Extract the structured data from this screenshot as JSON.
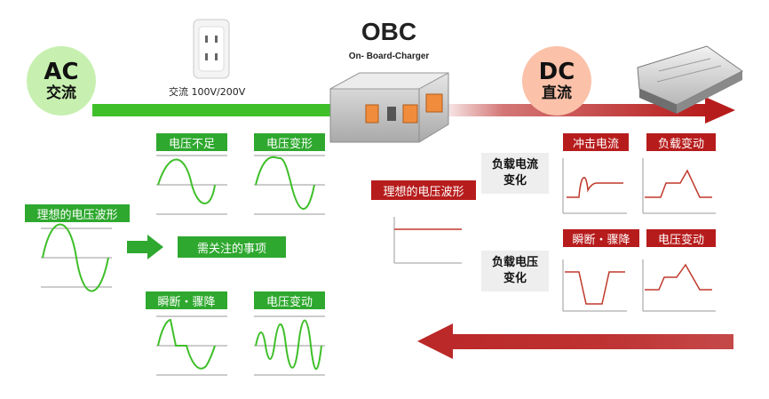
{
  "ac": {
    "big": "AC",
    "small": "交流",
    "voltage": "交流 100V/200V",
    "color": "#2ea82e"
  },
  "dc": {
    "big": "DC",
    "small": "直流",
    "color": "#b71c1c"
  },
  "obc": {
    "title": "OBC",
    "subtitle": "On- Board-Charger"
  },
  "ac_side": {
    "ideal": "理想的电压波形",
    "note": "需关注的事项",
    "voltage_shortage": "电压不足",
    "voltage_deform": "电压变形",
    "interruption": "瞬断・骤降",
    "voltage_change": "电压变动"
  },
  "dc_side": {
    "ideal": "理想的电压波形",
    "load_current_line1": "负载电流",
    "load_current_line2": "变化",
    "load_voltage_line1": "负载电压",
    "load_voltage_line2": "变化",
    "inrush_current": "冲击电流",
    "load_change": "负载变动",
    "interruption": "瞬断・骤降",
    "voltage_change": "电压变动"
  }
}
